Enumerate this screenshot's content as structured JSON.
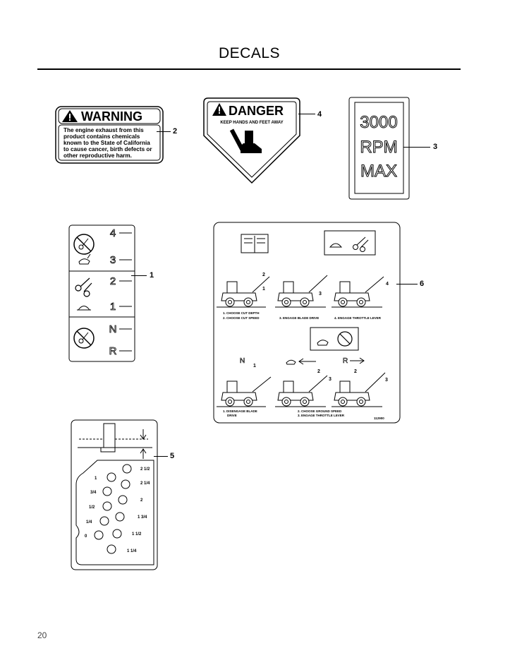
{
  "page": {
    "title": "DECALS",
    "page_number": "20"
  },
  "decal_warning": {
    "callout": "2",
    "heading": "WARNING",
    "lines": [
      "The engine exhaust from this",
      "product contains chemicals",
      "known to the State of California",
      "to cause cancer, birth defects or",
      "other reproductive harm."
    ]
  },
  "decal_danger": {
    "callout": "4",
    "heading": "DANGER",
    "subheading": "KEEP HANDS AND FEET AWAY"
  },
  "decal_rpm": {
    "callout": "3",
    "lines": [
      "3000",
      "RPM",
      "MAX"
    ]
  },
  "decal_speed": {
    "callout": "1",
    "positions": [
      "4",
      "3",
      "2",
      "1",
      "N",
      "R"
    ]
  },
  "decal_instructions": {
    "callout": "6",
    "step_labels": {
      "s1": "1",
      "s2": "2",
      "s3": "3",
      "s4": "4"
    },
    "captions_top": [
      "1. CHOOSE CUT DEPTH",
      "2. CHOOSE CUT SPEED",
      "3. ENGAGE BLADE DRIVE",
      "4. ENGAGE THROTTLE LEVER"
    ],
    "mid_labels": {
      "neutral": "N",
      "reverse": "R"
    },
    "captions_bottom": [
      "1. DISENGAGE BLADE",
      "DRIVE",
      "2. CHOOSE GROUND SPEED",
      "3. ENGAGE THROTTLE LEVER"
    ],
    "part_number": "112900"
  },
  "decal_depth": {
    "callout": "5",
    "left_values": [
      "1",
      "3/4",
      "1/2",
      "1/4",
      "0"
    ],
    "right_values": [
      "2 1/2",
      "2 1/4",
      "2",
      "1 3/4",
      "1 1/2",
      "1 1/4"
    ]
  }
}
